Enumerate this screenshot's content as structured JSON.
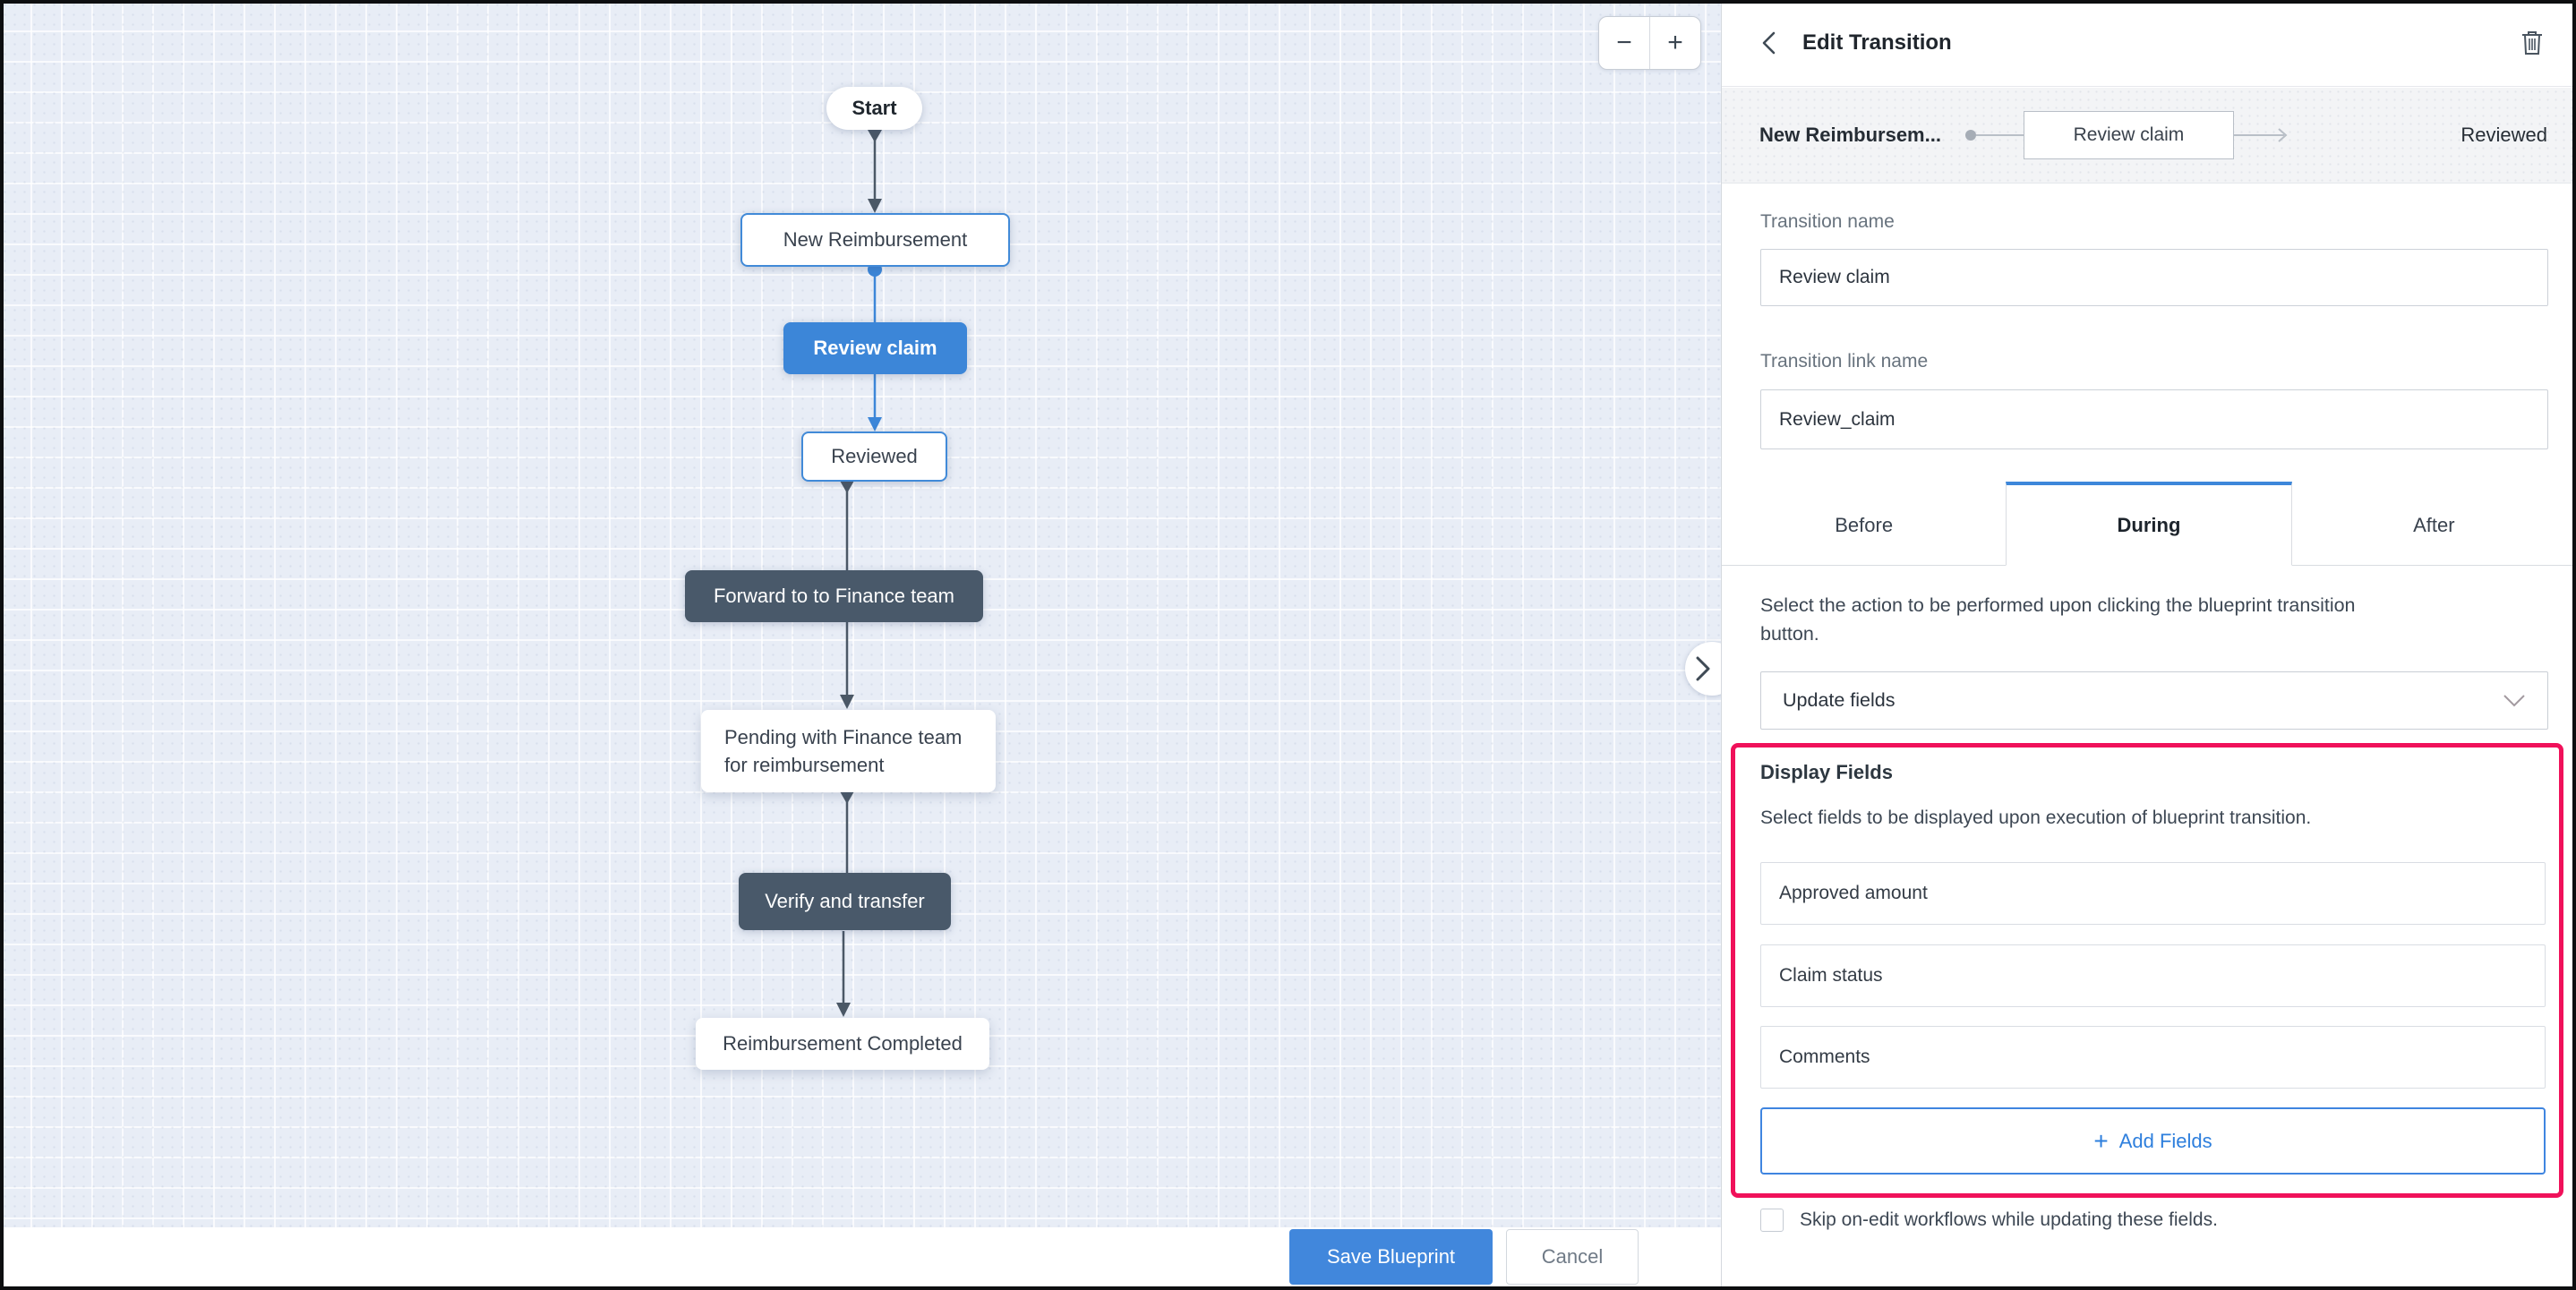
{
  "canvas": {
    "zoom_controls": {
      "zoom_out": "−",
      "zoom_in": "+"
    },
    "panel_toggle_icon": "chevron-right",
    "nodes": [
      {
        "id": "start",
        "label": "Start",
        "type": "terminal"
      },
      {
        "id": "new-reimbursement",
        "label": "New Reimbursement",
        "type": "state"
      },
      {
        "id": "review-claim",
        "label": "Review claim",
        "type": "transition-selected"
      },
      {
        "id": "reviewed",
        "label": "Reviewed",
        "type": "state"
      },
      {
        "id": "forward-finance",
        "label": "Forward to to Finance team",
        "type": "transition"
      },
      {
        "id": "pending-finance",
        "label": "Pending with Finance team for reimbursement",
        "type": "state"
      },
      {
        "id": "verify-transfer",
        "label": "Verify and transfer",
        "type": "transition"
      },
      {
        "id": "reimbursement-completed",
        "label": "Reimbursement Completed",
        "type": "state"
      }
    ]
  },
  "footer": {
    "save_label": "Save Blueprint",
    "cancel_label": "Cancel"
  },
  "panel": {
    "title": "Edit Transition",
    "summary": {
      "from": "New Reimbursem...",
      "transition": "Review claim",
      "to": "Reviewed"
    },
    "transition_name": {
      "label": "Transition name",
      "value": "Review claim"
    },
    "transition_link_name": {
      "label": "Transition link name",
      "value": "Review_claim"
    },
    "tabs": [
      {
        "label": "Before",
        "active": false
      },
      {
        "label": "During",
        "active": true
      },
      {
        "label": "After",
        "active": false
      }
    ],
    "during": {
      "action_help": "Select the action to be performed upon clicking the blueprint transition button.",
      "action_value": "Update fields",
      "display_fields": {
        "title": "Display Fields",
        "help": "Select fields to be displayed upon execution of blueprint transition.",
        "items": [
          "Approved amount",
          "Claim status",
          "Comments"
        ],
        "add_plus": "+",
        "add_label": "Add Fields"
      },
      "skip_label": "Skip on-edit workflows while updating these fields."
    }
  },
  "colors": {
    "accent_blue": "#3c86d8",
    "node_slate": "#49596a",
    "highlight_pink": "#f0115a",
    "save_button_blue": "#4187dc",
    "canvas_background": "#e8edf6",
    "active_tab_border": "#3d87da"
  }
}
